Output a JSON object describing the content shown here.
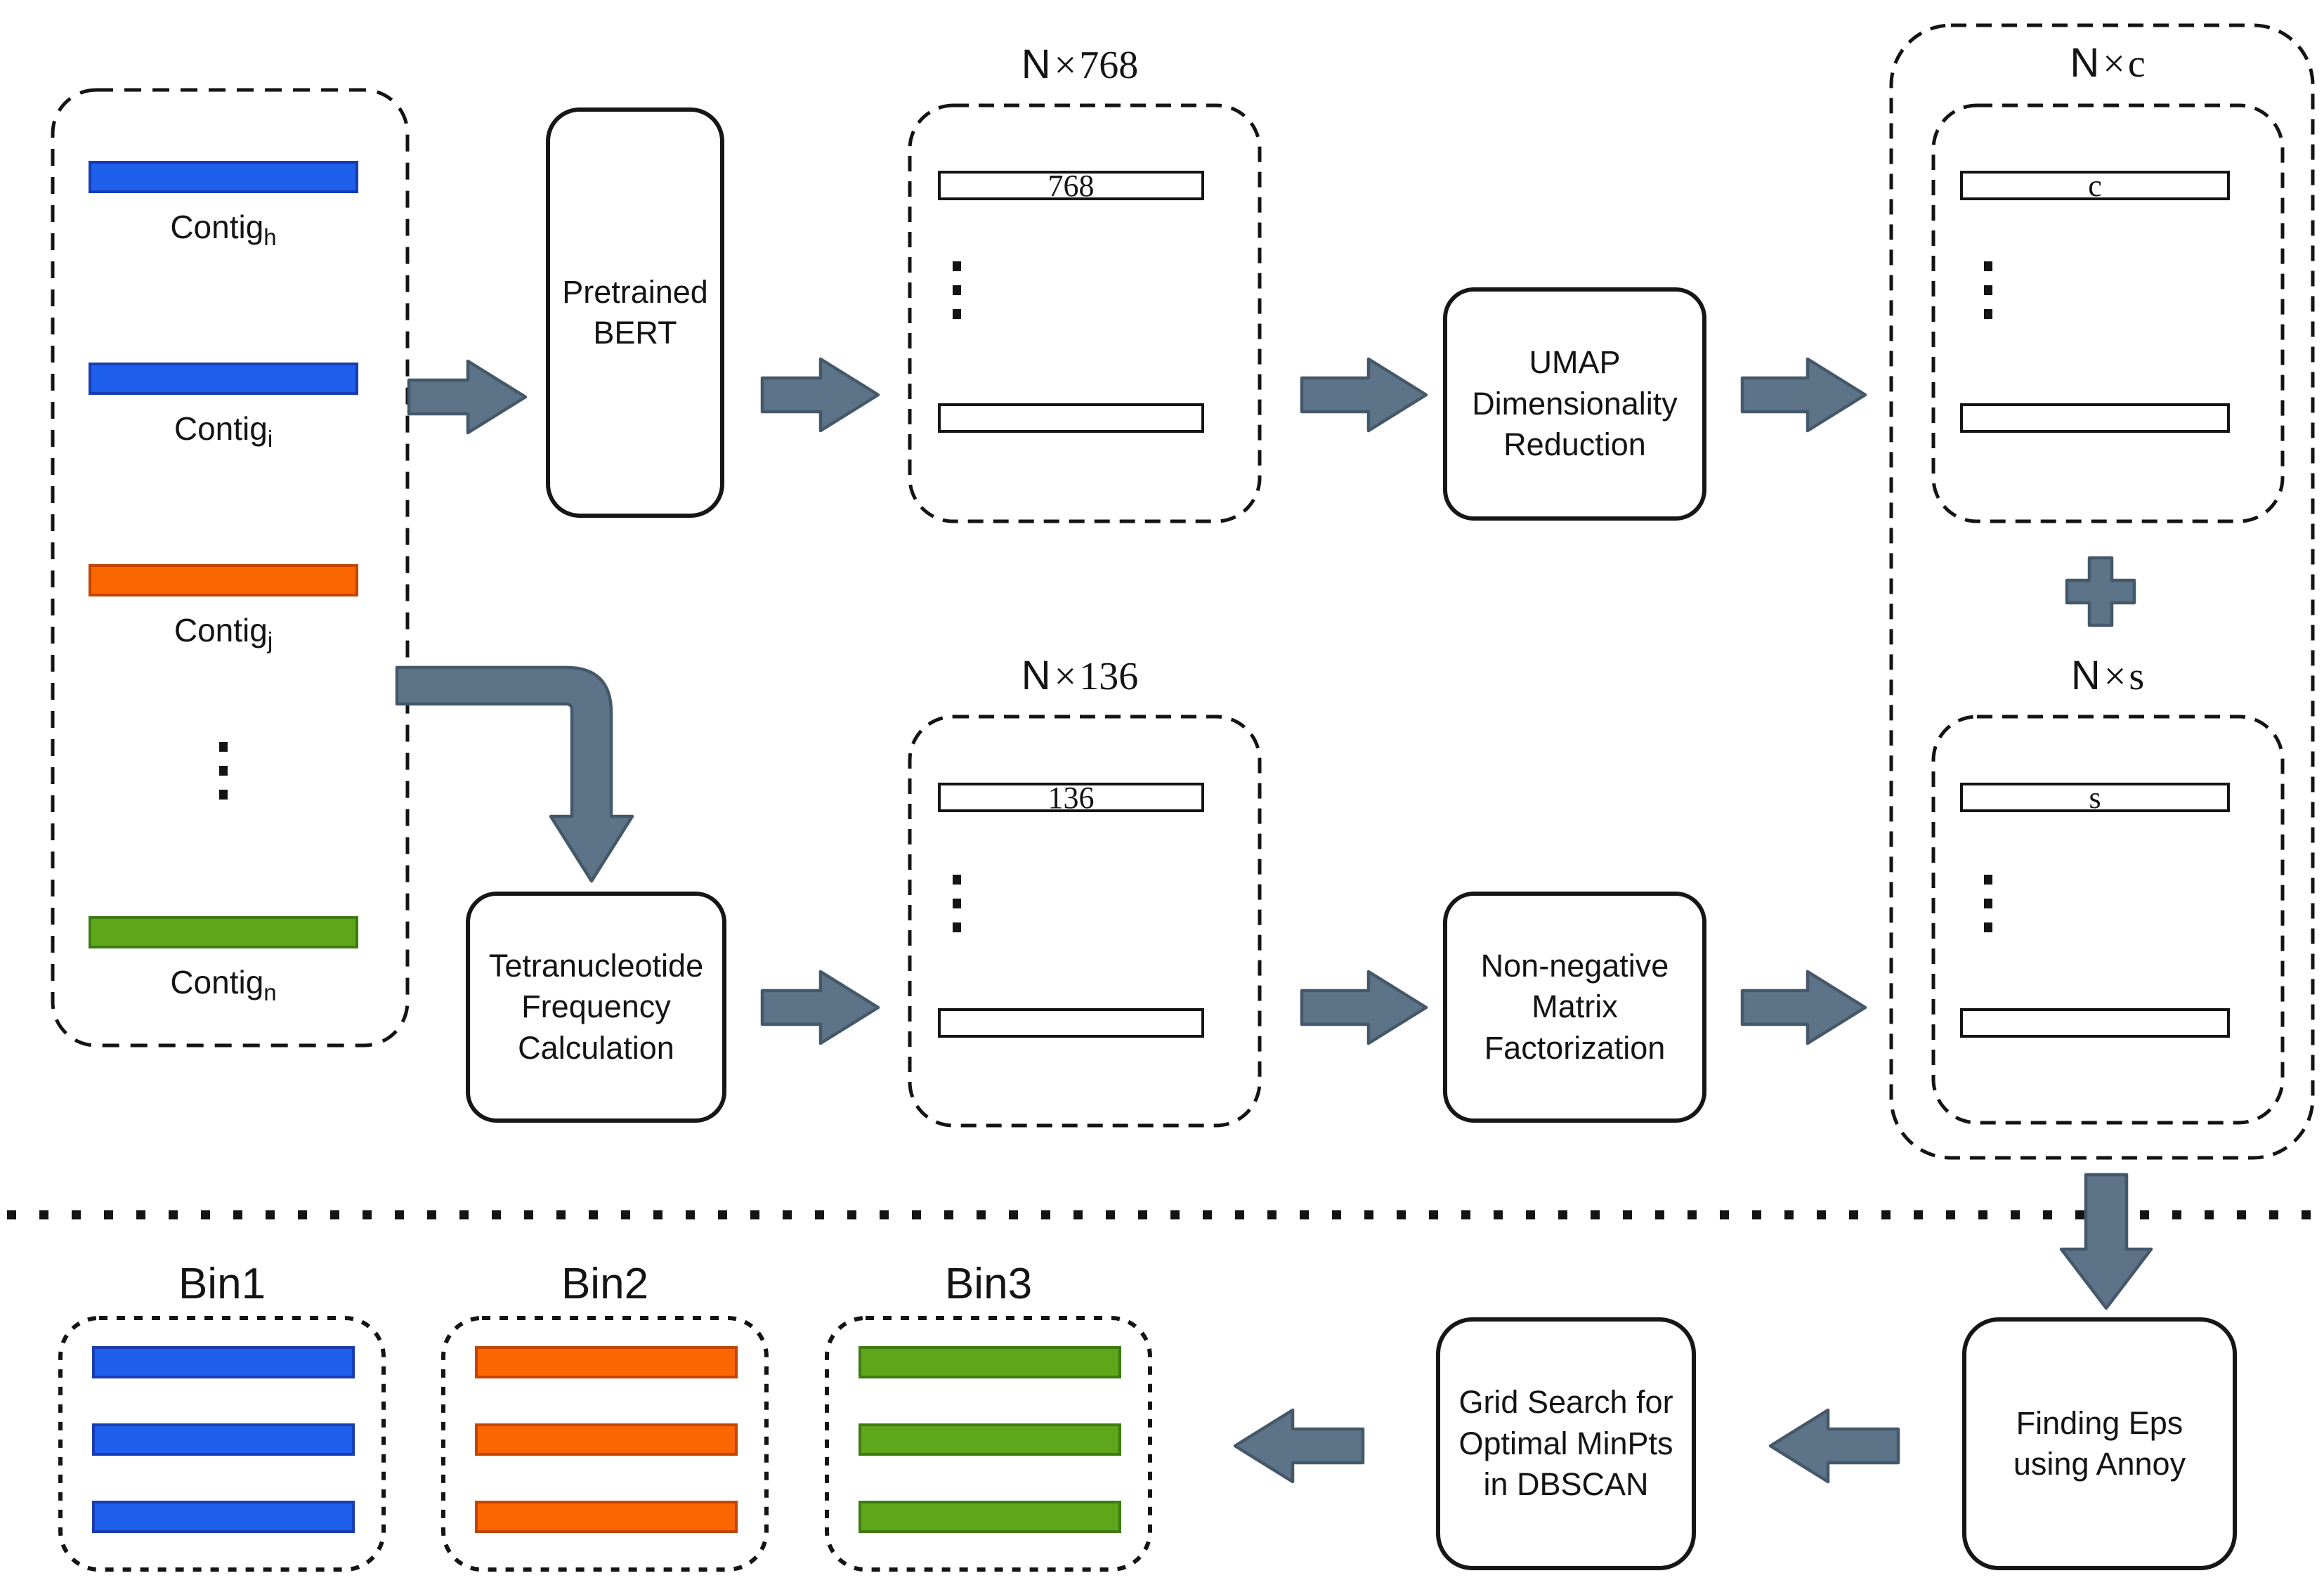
{
  "colors": {
    "blue_fill": "#1e5fec",
    "blue_stroke": "#173cb4",
    "orange_fill": "#fa6602",
    "orange_stroke": "#c34500",
    "green_fill": "#5ea61a",
    "green_stroke": "#3e7b10",
    "arrow_fill": "#5d7387",
    "arrow_stroke": "#45586a",
    "line": "#141414"
  },
  "contig_panel": {
    "items": [
      {
        "label": "Contig",
        "sub": "h",
        "color": "blue"
      },
      {
        "label": "Contig",
        "sub": "i",
        "color": "blue"
      },
      {
        "label": "Contig",
        "sub": "j",
        "color": "orange"
      },
      {
        "label": "Contig",
        "sub": "n",
        "color": "green"
      }
    ]
  },
  "boxes": {
    "bert": {
      "lines": [
        "Pretrained",
        "BERT"
      ]
    },
    "umap": {
      "lines": [
        "UMAP",
        "Dimensionality",
        "Reduction"
      ]
    },
    "tetra": {
      "lines": [
        "Tetranucleotide",
        "Frequency",
        "Calculation"
      ]
    },
    "nmf": {
      "lines": [
        "Non-negative",
        "Matrix",
        "Factorization"
      ]
    },
    "grid": {
      "lines": [
        "Grid Search for",
        "Optimal MinPts",
        "in DBSCAN"
      ]
    },
    "eps": {
      "lines": [
        "Finding Eps",
        "using Annoy"
      ]
    }
  },
  "matrices": {
    "m768": {
      "title_n": "N",
      "title_times": "×",
      "title_dim": "768",
      "row_label": "768"
    },
    "m136": {
      "title_n": "N",
      "title_times": "×",
      "title_dim": "136",
      "row_label": "136"
    },
    "mc": {
      "title_n": "N",
      "title_times": "×",
      "title_dim": "c",
      "row_label": "c"
    },
    "ms": {
      "title_n": "N",
      "title_times": "×",
      "title_dim": "s",
      "row_label": "s"
    }
  },
  "bins": [
    {
      "label": "Bin1",
      "color": "blue"
    },
    {
      "label": "Bin2",
      "color": "orange"
    },
    {
      "label": "Bin3",
      "color": "green"
    }
  ]
}
